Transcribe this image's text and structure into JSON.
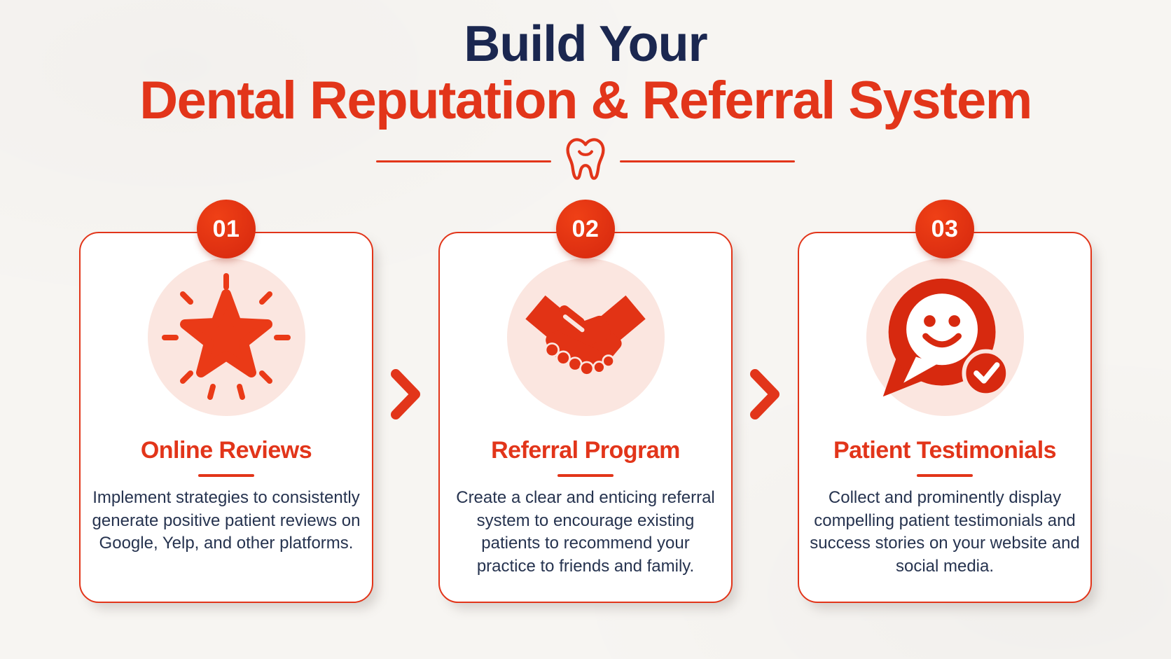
{
  "header": {
    "line1": "Build Your",
    "line2": "Dental Reputation & Referral System"
  },
  "steps": [
    {
      "number": "01",
      "title": "Online Reviews",
      "description": "Implement strategies to consistently generate positive patient reviews on Google, Yelp, and other platforms.",
      "icon": "star-burst-icon"
    },
    {
      "number": "02",
      "title": "Referral Program",
      "description": "Create a clear and enticing referral system to encourage existing patients to recommend your practice to friends and family.",
      "icon": "handshake-icon"
    },
    {
      "number": "03",
      "title": "Patient Testimonials",
      "description": "Collect and prominently display compelling patient testimonials and success stories on your website and social media.",
      "icon": "smiley-chat-check-icon"
    }
  ],
  "colors": {
    "accent_red": "#E2351A",
    "deep_red": "#D7290F",
    "navy": "#1B2750",
    "icon_bg_pink": "#FBE6E0",
    "card_bg": "#FFFFFF",
    "page_bg": "#F7F5F2"
  }
}
